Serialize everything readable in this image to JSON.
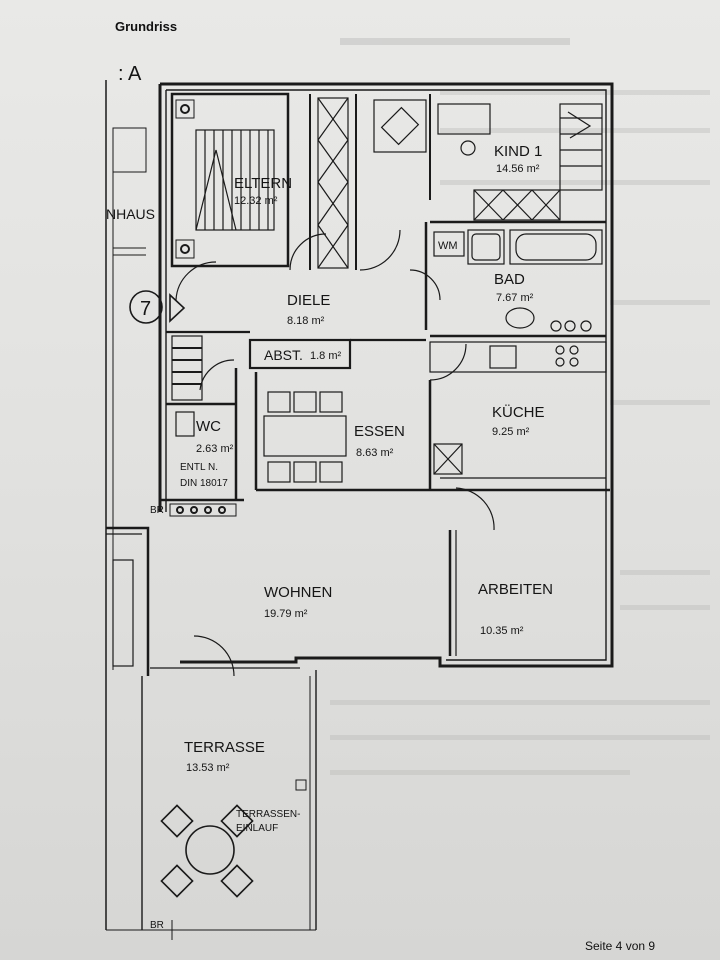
{
  "page": {
    "heading": "Grundriss",
    "footer": "Seite 4 von 9"
  },
  "plan": {
    "edge_labels": {
      "left_top": ": A",
      "left_mid": "NHAUS",
      "entrance_marker": "7"
    },
    "rooms": {
      "eltern": {
        "name": "ELTERN",
        "area": "12.32 m²"
      },
      "kind1": {
        "name": "KIND 1",
        "area": "14.56 m²"
      },
      "wm": {
        "name": "WM"
      },
      "bad": {
        "name": "BAD",
        "area": "7.67 m²"
      },
      "diele": {
        "name": "DIELE",
        "area": "8.18 m²"
      },
      "abst": {
        "name": "ABST.",
        "area": "1.8 m²"
      },
      "wc": {
        "name": "WC",
        "area": "2.63 m²"
      },
      "essen": {
        "name": "ESSEN",
        "area": "8.63 m²"
      },
      "kueche": {
        "name": "KÜCHE",
        "area": "9.25 m²"
      },
      "wohnen": {
        "name": "WOHNEN",
        "area": "19.79 m²"
      },
      "arbeiten": {
        "name": "ARBEITEN",
        "area": "10.35 m²"
      },
      "terrasse": {
        "name": "TERRASSE",
        "area": "13.53 m²"
      }
    },
    "annotations": {
      "entl_line1": "ENTL N.",
      "entl_line2": "DIN 18017",
      "terrassen_line1": "TERRASSEN-",
      "terrassen_line2": "EINLAUF",
      "br_label": "BR",
      "br_bottom": "BR"
    }
  }
}
